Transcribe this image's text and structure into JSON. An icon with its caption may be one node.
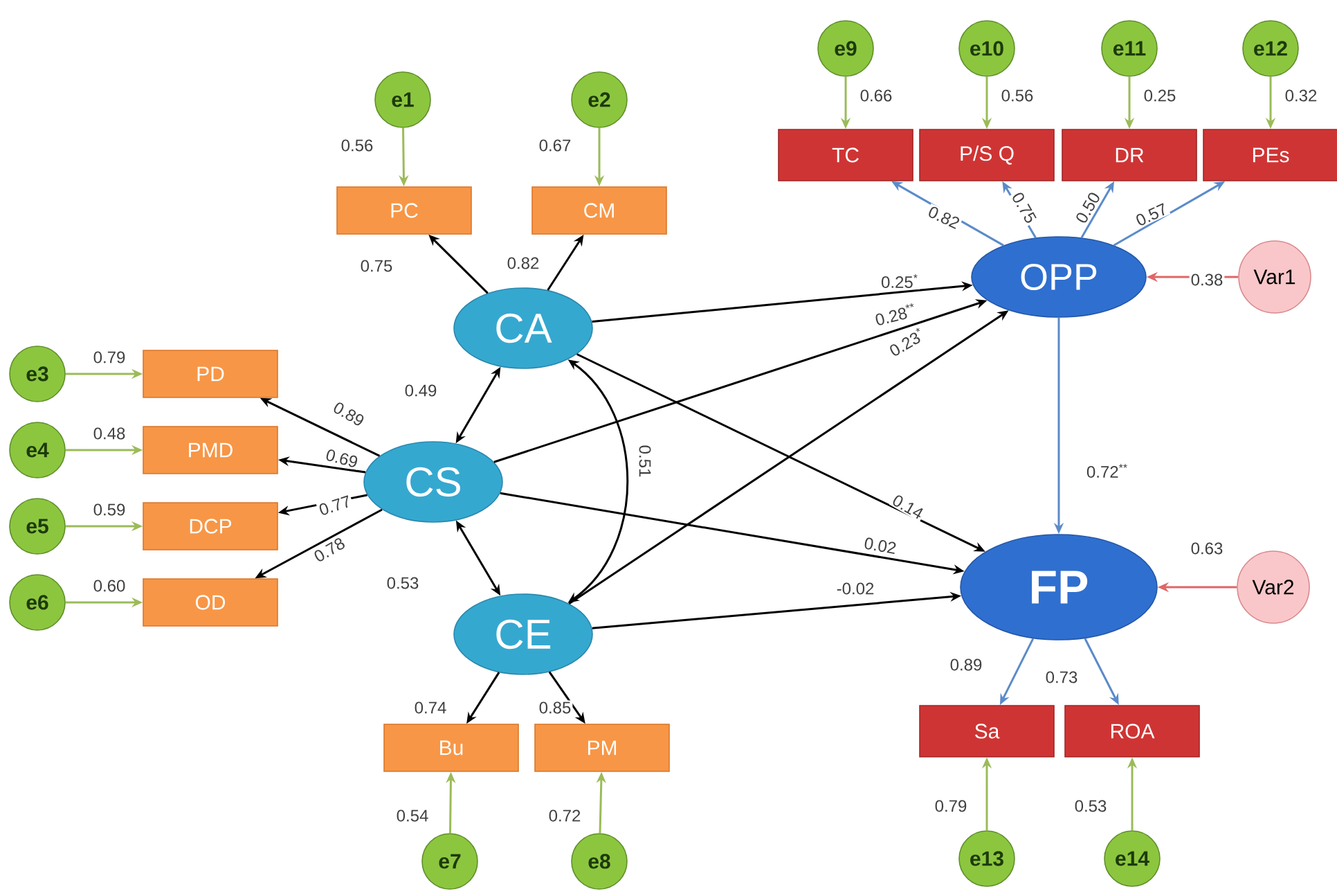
{
  "diagram": {
    "nodes": [
      {
        "text": [
          "e1"
        ]
      },
      {
        "text": [
          "e2"
        ]
      },
      {
        "text": [
          "PC"
        ]
      },
      {
        "text": [
          "CM"
        ]
      },
      {
        "text": [
          "CA"
        ]
      },
      {
        "text": [
          "e3"
        ]
      },
      {
        "text": [
          "PD"
        ]
      },
      {
        "text": [
          "e4"
        ]
      },
      {
        "text": [
          "PMD"
        ]
      },
      {
        "text": [
          "e5"
        ]
      },
      {
        "text": [
          "DCP"
        ]
      },
      {
        "text": [
          "e6"
        ]
      },
      {
        "text": [
          "OD"
        ]
      },
      {
        "text": [
          "CS"
        ]
      },
      {
        "text": [
          "CE"
        ]
      },
      {
        "text": [
          "e7"
        ]
      },
      {
        "text": [
          "Bu"
        ]
      },
      {
        "text": [
          "e8"
        ]
      },
      {
        "text": [
          "PM"
        ]
      },
      {
        "text": [
          "e9"
        ]
      },
      {
        "text": [
          "e10"
        ]
      },
      {
        "text": [
          "e11"
        ]
      },
      {
        "text": [
          "e12"
        ]
      },
      {
        "text": [
          "TC"
        ]
      },
      {
        "text": [
          "P/S Q"
        ]
      },
      {
        "text": [
          "DR"
        ]
      },
      {
        "text": [
          "PEs"
        ]
      },
      {
        "text": [
          "OPP"
        ]
      },
      {
        "text": [
          "Var1"
        ]
      },
      {
        "text": [
          "FP"
        ]
      },
      {
        "text": [
          "Var2"
        ]
      },
      {
        "text": [
          "Sa"
        ]
      },
      {
        "text": [
          "ROA"
        ]
      },
      {
        "text": [
          "e13"
        ]
      },
      {
        "text": [
          "e14"
        ]
      }
    ],
    "edges": [
      {
        "from": 0,
        "to": 2,
        "arrow": "to",
        "label": "0.56",
        "color": "#9bbb59"
      },
      {
        "from": 1,
        "to": 3,
        "arrow": "to",
        "label": "0.67",
        "color": "#9bbb59"
      },
      {
        "from": 4,
        "to": 2,
        "arrow": "to",
        "label": "0.75"
      },
      {
        "from": 4,
        "to": 3,
        "arrow": "to",
        "label": "0.82"
      },
      {
        "from": 5,
        "to": 6,
        "arrow": "to",
        "label": "0.79",
        "color": "#9bbb59"
      },
      {
        "from": 7,
        "to": 8,
        "arrow": "to",
        "label": "0.48",
        "color": "#9bbb59"
      },
      {
        "from": 9,
        "to": 10,
        "arrow": "to",
        "label": "0.59",
        "color": "#9bbb59"
      },
      {
        "from": 11,
        "to": 12,
        "arrow": "to",
        "label": "0.60",
        "color": "#9bbb59"
      },
      {
        "from": 13,
        "to": 6,
        "arrow": "to",
        "label": "0.89"
      },
      {
        "from": 13,
        "to": 8,
        "arrow": "to",
        "label": "0.69"
      },
      {
        "from": 13,
        "to": 10,
        "arrow": "to",
        "label": "0.77"
      },
      {
        "from": 13,
        "to": 12,
        "arrow": "to",
        "label": "0.78"
      },
      {
        "from": 4,
        "to": 13,
        "arrow": "both",
        "label": "0.49"
      },
      {
        "from": 4,
        "to": 14,
        "arrow": "both",
        "label": "0.51"
      },
      {
        "from": 13,
        "to": 14,
        "arrow": "both",
        "label": "0.53"
      },
      {
        "from": 14,
        "to": 16,
        "arrow": "to",
        "label": "0.74"
      },
      {
        "from": 14,
        "to": 18,
        "arrow": "to",
        "label": "0.85"
      },
      {
        "from": 15,
        "to": 16,
        "arrow": "to",
        "label": "0.54",
        "color": "#9bbb59"
      },
      {
        "from": 17,
        "to": 18,
        "arrow": "to",
        "label": "0.72",
        "color": "#9bbb59"
      },
      {
        "from": 19,
        "to": 23,
        "arrow": "to",
        "label": "0.66",
        "color": "#9bbb59"
      },
      {
        "from": 20,
        "to": 24,
        "arrow": "to",
        "label": "0.56",
        "color": "#9bbb59"
      },
      {
        "from": 21,
        "to": 25,
        "arrow": "to",
        "label": "0.25",
        "color": "#9bbb59"
      },
      {
        "from": 22,
        "to": 26,
        "arrow": "to",
        "label": "0.32",
        "color": "#9bbb59"
      },
      {
        "from": 27,
        "to": 23,
        "arrow": "to",
        "label": "0.82",
        "color": "#5b8bc9"
      },
      {
        "from": 27,
        "to": 24,
        "arrow": "to",
        "label": "0.75",
        "color": "#5b8bc9"
      },
      {
        "from": 27,
        "to": 25,
        "arrow": "to",
        "label": "0.50",
        "color": "#5b8bc9"
      },
      {
        "from": 27,
        "to": 26,
        "arrow": "to",
        "label": "0.57",
        "color": "#5b8bc9"
      },
      {
        "from": 28,
        "to": 27,
        "arrow": "to",
        "label": "0.38",
        "color": "#e06666"
      },
      {
        "from": 4,
        "to": 27,
        "arrow": "to",
        "label": "0.25$^{*}$"
      },
      {
        "from": 13,
        "to": 27,
        "arrow": "to",
        "label": "0.28$^{**}$"
      },
      {
        "from": 14,
        "to": 27,
        "arrow": "to",
        "label": "0.23$^{*}$"
      },
      {
        "from": 27,
        "to": 29,
        "arrow": "to",
        "label": "0.72$^{**}$",
        "color": "#5b8bc9"
      },
      {
        "from": 4,
        "to": 29,
        "arrow": "to",
        "label": "0.14"
      },
      {
        "from": 13,
        "to": 29,
        "arrow": "to",
        "label": "0.02"
      },
      {
        "from": 14,
        "to": 29,
        "arrow": "to",
        "label": "-0.02"
      },
      {
        "from": 30,
        "to": 29,
        "arrow": "to",
        "label": "0.63",
        "color": "#e06666"
      },
      {
        "from": 29,
        "to": 31,
        "arrow": "to",
        "label": "0.89",
        "color": "#5b8bc9"
      },
      {
        "from": 29,
        "to": 32,
        "arrow": "to",
        "label": "0.73",
        "color": "#5b8bc9"
      },
      {
        "from": 33,
        "to": 31,
        "arrow": "to",
        "label": "0.79",
        "color": "#9bbb59"
      },
      {
        "from": 34,
        "to": 32,
        "arrow": "to",
        "label": "0.53",
        "color": "#9bbb59"
      }
    ]
  }
}
